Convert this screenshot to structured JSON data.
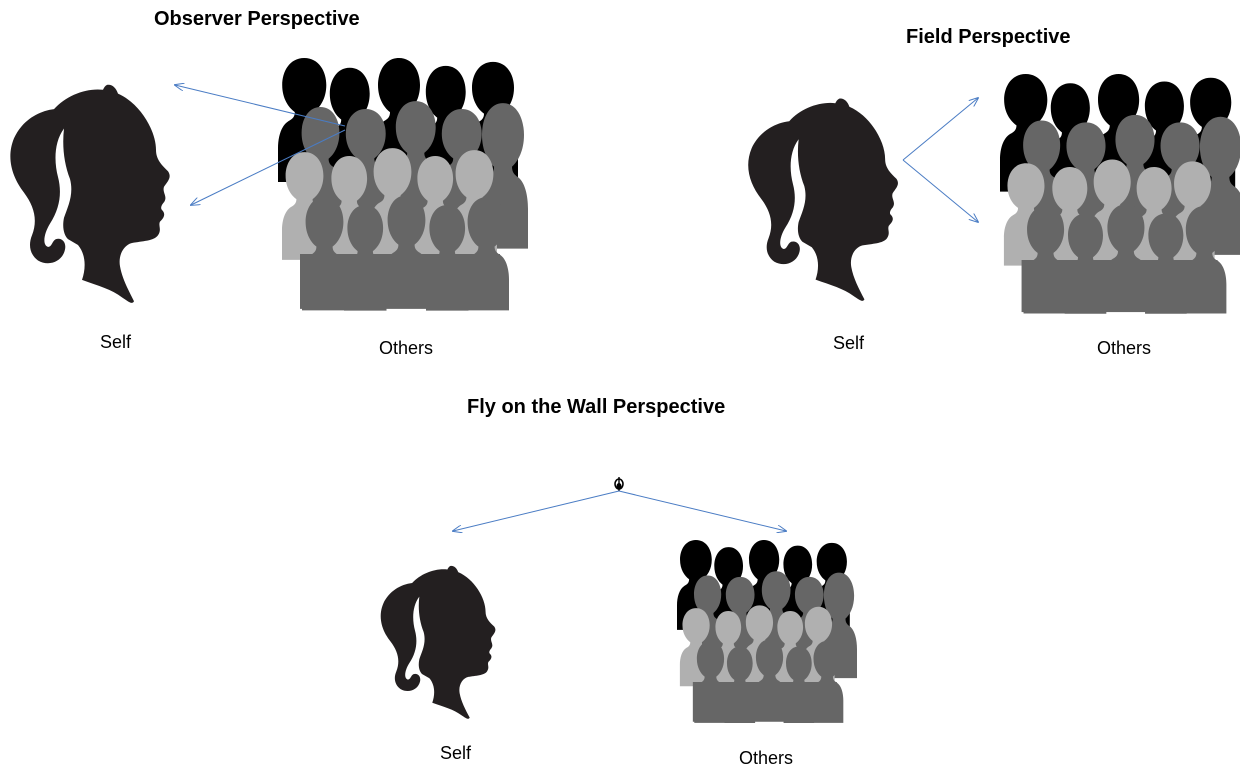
{
  "panels": {
    "observer": {
      "title": "Observer Perspective",
      "self_label": "Self",
      "others_label": "Others"
    },
    "field": {
      "title": "Field Perspective",
      "self_label": "Self",
      "others_label": "Others"
    },
    "fly": {
      "title": "Fly on the Wall Perspective",
      "self_label": "Self",
      "others_label": "Others"
    }
  },
  "colors": {
    "arrow": "#4a7cc4",
    "silhouette": "#231f20",
    "crowd_back": "#000000",
    "crowd_mid": "#666666",
    "crowd_light": "#b0b0b0"
  },
  "icons": [
    "girl-silhouette-icon",
    "crowd-icon",
    "fly-icon"
  ]
}
